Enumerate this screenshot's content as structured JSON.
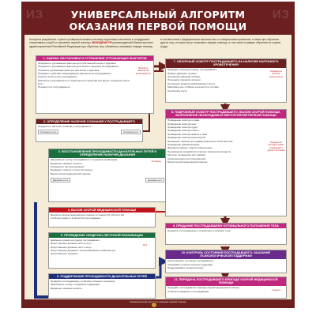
{
  "header": {
    "title_line1": "УНИВЕРСАЛЬНЫЙ АЛГОРИТМ",
    "title_line2": "ОКАЗАНИЯ ПЕРВОЙ ПОМОЩИ",
    "watermark": "ИЗ"
  },
  "intro": {
    "left": "Алгоритм разработан с целью усовершенствовать систему подготовки населения и сотрудников оперативных служб по оказанию первой помощи.",
    "left_highlight": "МИНЗДРАВ РФ",
    "left_tail": "рекомендуемый Министерством здравоохранения Российской Федерации при обучении лиц, обязанных оказывать первую помощь.",
    "right": "в соответствии с федеральным законом или со специальным правилом, а также при обучении других лиц, которые могут оказывать первую помощь, в том числе в рамках обучения по охране труда."
  },
  "steps": [
    {
      "id": "1",
      "title": "1. ОЦЕНКА ОБСТАНОВКИ И УСТРАНЕНИЕ УГРОЖАЮЩИХ ФАКТОРОВ",
      "lines": [
        "Определите угрожающие факторы для собственной жизни и здоровья.",
        "Определите угрожающие факторы для жизни и здоровья пострадавшего.",
        "Устраните угрожающие факторы для жизни и здоровья.",
        "Прекратите действие повреждающих факторов на пострадавшего.",
        "Оцените количество пострадавших.",
        "Извлеките пострадавшего из транспортного средства или других труднодоступных мест.",
        "Переместите пострадавшего."
      ],
      "note": "Вызовите помощь при необходимости"
    },
    {
      "id": "2",
      "title": "2. ОПРЕДЕЛЕНИЕ НАЛИЧИЯ СОЗНАНИЯ У ПОСТРАДАВШЕГО",
      "lines": [
        "Определите наличие сознания у пострадавшего"
      ],
      "yes": "Сознание есть",
      "no": "Сознания нет"
    },
    {
      "id": "3",
      "title": "3. ВОССТАНОВЛЕНИЕ ПРОХОДИМОСТИ ДЫХАТЕЛЬНЫХ ПУТЕЙ И ОПРЕДЕЛЕНИЕ НАЛИЧИЯ ДЫХАНИЯ",
      "lines": [
        "Запрокиньте голову пострадавшего с подъемом подбородка.",
        "Выдвиньте нижнюю челюсть.",
        "Определите наличие дыхания.",
        "Проведите осмотр и отсчет 10 секунд.",
        "Вызов скорой медицинской помощи."
      ],
      "yes": "Дыхание есть",
      "no": "Дыхания нет",
      "note": "10 секунд"
    },
    {
      "id": "4",
      "title": "4. ВЫЗОВ СКОРОЙ МЕДИЦИНСКОЙ ПОМОЩИ",
      "lines": [
        "Вызовите скорую медицинскую помощь по номеру 03, 103 или 112.",
        "Сообщите адрес и количество пострадавших."
      ]
    },
    {
      "id": "5",
      "title": "5. ПРОВЕДЕНИЕ СЕРДЕЧНО-ЛЕГОЧНОЙ РЕАНИМАЦИИ",
      "lines": [
        "Давление руками на грудину пострадавшего.",
        "Искусственное дыхание «Рот ко рту».",
        "Искусственное дыхание «Рот к носу».",
        "Искусственное дыхание с использованием устройства для искусственного дыхания."
      ],
      "note": "30:2"
    },
    {
      "id": "6",
      "title": "6. ПОДДЕРЖАНИЕ ПРОХОДИМОСТИ ДЫХАТЕЛЬНЫХ ПУТЕЙ",
      "lines": [
        "Придайте пострадавшему устойчивое боковое положение.",
        "Запрокиньте голову с подъемом подбородка.",
        "Выдвиньте нижнюю челюсть."
      ]
    },
    {
      "id": "7",
      "title": "7. ОБЗОРНЫЙ ОСМОТР ПОСТРАДАВШЕГО НА НАЛИЧИЕ НАРУЖНОГО КРОВОТЕЧЕНИЯ",
      "lines": [
        "Проведите обзорный осмотр пострадавшего.",
        "Прямое давление на рану.",
        "Наложение давящей повязки.",
        "Пальцевое прижатие артерии.",
        "Наложение кровоостанавливающего жгута.",
        "Максимальное сгибание конечности в суставе.",
        "Наложение жгута."
      ],
      "note": "Определите наличие кровотечения"
    },
    {
      "id": "8",
      "title": "8. ПОДРОБНЫЙ ОСМОТР ПОСТРАДАВШЕГО, ВЫЗОВ СКОРОЙ ПОМОЩИ, ВЫПОЛНЕНИЕ НЕОБХОДИМЫХ МЕРОПРИЯТИЙ ПЕРВОЙ ПОМОЩИ",
      "lines": [
        "Проведение осмотра головы.",
        "Проведение осмотра шеи.",
        "Проведение осмотра груди.",
        "Проведение осмотра спины.",
        "Проведение осмотра живота и таза.",
        "Проведение осмотра конечностей.",
        "Наложение повязок при травмах различных областей тела.",
        "Проведение иммобилизации.",
        "Фиксация шейного отдела позвоночника.",
        "Прекращение воздействия опасных химических веществ.",
        "Местное охлаждение при травмах.",
        "Термоизоляция при отморожениях.",
        "Вызов скорой медицинской помощи."
      ],
      "note": "Определите признаки травм, отравлений и других состояний"
    },
    {
      "id": "9",
      "title": "9. ПРИДАНИЕ ПОСТРАДАВШЕМУ ОПТИМАЛЬНОГО ПОЛОЖЕНИЯ ТЕЛА",
      "lines": [
        "Придайте пострадавшему оптимальное положение тела."
      ]
    },
    {
      "id": "10",
      "title": "10. КОНТРОЛЬ СОСТОЯНИЯ ПОСТРАДАВШЕГО, ОКАЗАНИЕ ПСИХОЛОГИЧЕСКОЙ ПОДДЕРЖКИ",
      "lines": [
        "Контролируйте состояние пострадавшего.",
        "Оказывайте психологическую поддержку.",
        "Поддерживайте речевой контакт."
      ]
    },
    {
      "id": "11",
      "title": "11. ПЕРЕДАЧА ПОСТРАДАВШЕГО БРИГАДЕ СКОРОЙ МЕДИЦИНСКОЙ ПОМОЩИ",
      "lines": [
        "Передайте пострадавшего бригаде скорой медицинской помощи.",
        "Сообщите сведения о пострадавшем."
      ],
      "note": "1 минута"
    }
  ],
  "footer": "Универсальный алгоритм оказания первой помощи",
  "colors": {
    "frame": "#6b1f1f",
    "background": "#f4ecd6",
    "pink": "#c0287e",
    "green": "#1b6f3f",
    "red": "#c0141a",
    "navy": "#1e2f7a",
    "purple": "#6a2b8c"
  }
}
